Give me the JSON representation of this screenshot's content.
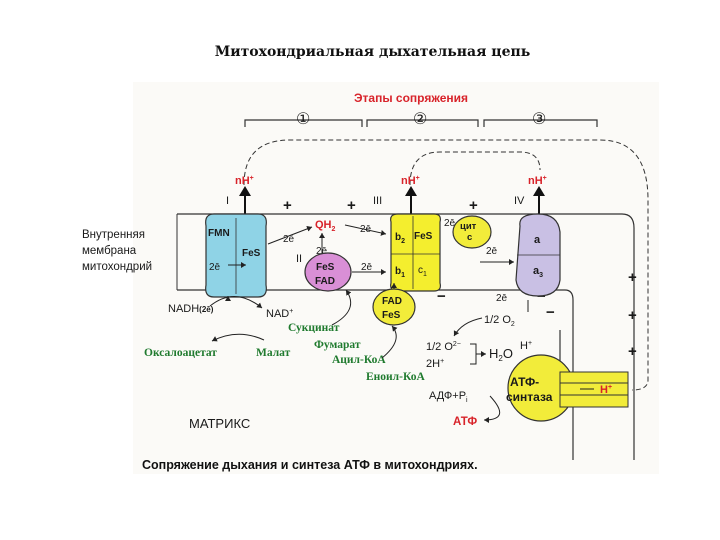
{
  "slide": {
    "title": "Митохондриальная дыхательная цепь",
    "caption": "Сопряжение дыхания и синтеза АТФ в митохондриях."
  },
  "diagram": {
    "stages_label": "Этапы сопряжения",
    "stage_numbers": [
      "①",
      "②",
      "③"
    ],
    "complex_numerals": [
      "I",
      "II",
      "III",
      "IV"
    ],
    "proton_label": "nH",
    "proton_sup": "+",
    "membrane_label": [
      "Внутренняя",
      "мембрана",
      "митохондрий"
    ],
    "matrix_label": "МАТРИКС",
    "complex1": {
      "fmn": "FMN",
      "fes": "FeS",
      "e": "2ē"
    },
    "complex2": {
      "fes": "FeS",
      "fad": "FAD"
    },
    "complex3": {
      "b2": "b",
      "b2_sub": "2",
      "b1": "b",
      "b1_sub": "1",
      "fes": "FeS",
      "c1": "c",
      "c1_sub": "1"
    },
    "cyt_c": {
      "line1": "цит",
      "line2": "c"
    },
    "complex4": {
      "a": "a",
      "a3": "a",
      "a3_sub": "3"
    },
    "qh2": {
      "text": "QH",
      "sub": "2"
    },
    "electrons": "2ē",
    "fad_fes": {
      "fad": "FAD",
      "fes": "FeS"
    },
    "nadh": {
      "text": "NADH",
      "paren": "(2ē)"
    },
    "nad": {
      "text": "NAD",
      "sup": "+"
    },
    "succinate": "Сукцинат",
    "fumarate": "Фумарат",
    "acyl_coa": "Ацил-КоА",
    "enoyl_coa": "Еноил-КоА",
    "oxaloacetate": "Оксалоацетат",
    "malate": "Малат",
    "half_o2": "1/2 O",
    "half_o2_sub": "2",
    "o2_minus": "1/2 O",
    "o2_minus_sup": "2−",
    "two_h": "2H",
    "two_h_sup": "+",
    "h2o": "H",
    "h2o_sub": "2",
    "h2o_end": "O",
    "h_plus": "H",
    "h_plus_sup": "+",
    "atp_synthase": {
      "line1": "АТФ-",
      "line2": "синтаза"
    },
    "adp": "АДФ+Р",
    "adp_sub": "i",
    "atp": "АТФ",
    "plus": "+",
    "minus": "−"
  },
  "colors": {
    "red": "#d8232a",
    "green": "#1f7a2e",
    "complex1": "#8fd3e6",
    "complex2": "#d98fd6",
    "complex3": "#f4ee2e",
    "complex4": "#c9c0e4",
    "yellow": "#f2ec3a"
  }
}
